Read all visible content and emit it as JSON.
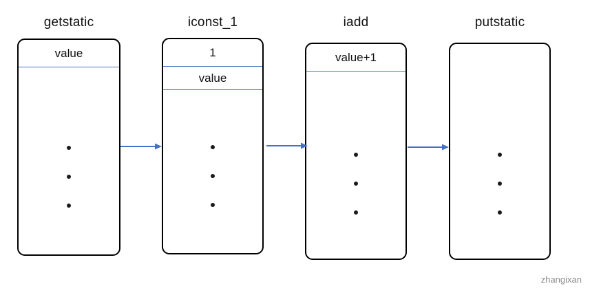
{
  "diagram": {
    "columns": [
      {
        "label": "getstatic",
        "slots": [
          "value"
        ]
      },
      {
        "label": "iconst_1",
        "slots": [
          "1",
          "value"
        ]
      },
      {
        "label": "iadd",
        "slots": [
          "value+1"
        ]
      },
      {
        "label": "putstatic",
        "slots": []
      }
    ],
    "arrows": [
      {
        "from": "getstatic",
        "to": "iconst_1"
      },
      {
        "from": "iconst_1",
        "to": "iadd"
      },
      {
        "from": "iadd",
        "to": "putstatic"
      }
    ]
  },
  "watermark": {
    "text": "zhangixan"
  },
  "colors": {
    "arrow": "#4472C4",
    "slot_divider": "#4472C4",
    "box_border": "#000000",
    "dots": "#1a1a1a",
    "watermark": "#8c8c8c",
    "background": "#ffffff"
  }
}
